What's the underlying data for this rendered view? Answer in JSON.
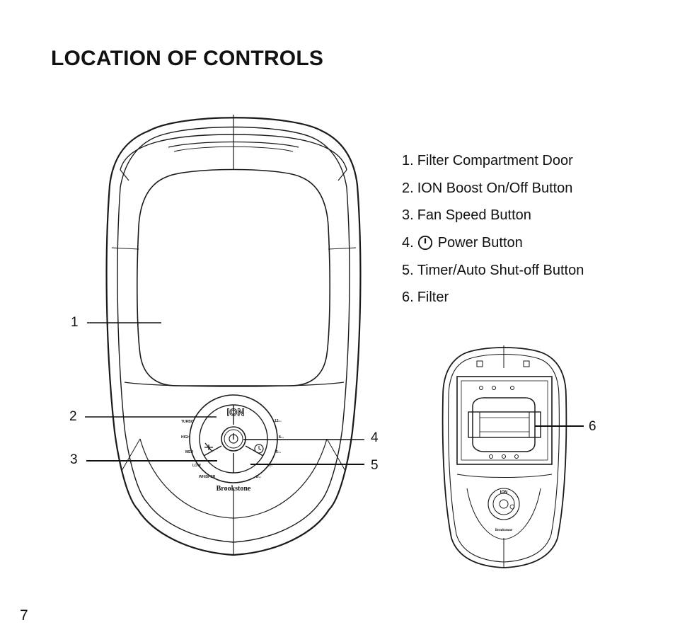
{
  "page": {
    "title": "LOCATION OF CONTROLS",
    "page_number": "7"
  },
  "legend": [
    {
      "num": "1.",
      "label": "Filter Compartment Door"
    },
    {
      "num": "2.",
      "label": "ION Boost On/Off Button"
    },
    {
      "num": "3.",
      "label": "Fan Speed Button"
    },
    {
      "num": "4.",
      "label": "Power Button",
      "icon": "power-icon"
    },
    {
      "num": "5.",
      "label": "Timer/Auto Shut-off Button"
    },
    {
      "num": "6.",
      "label": "Filter"
    }
  ],
  "callouts": [
    "1",
    "2",
    "3",
    "4",
    "5",
    "6"
  ],
  "device_panel": {
    "ion_label": "ION",
    "brand": "Brookstone",
    "speeds": [
      "TURBO",
      "HIGH",
      "MED",
      "LOW",
      "WHISPER"
    ],
    "timer_values": [
      "12",
      "8",
      "6",
      "4",
      "2"
    ],
    "timer_unit": "hrs"
  }
}
